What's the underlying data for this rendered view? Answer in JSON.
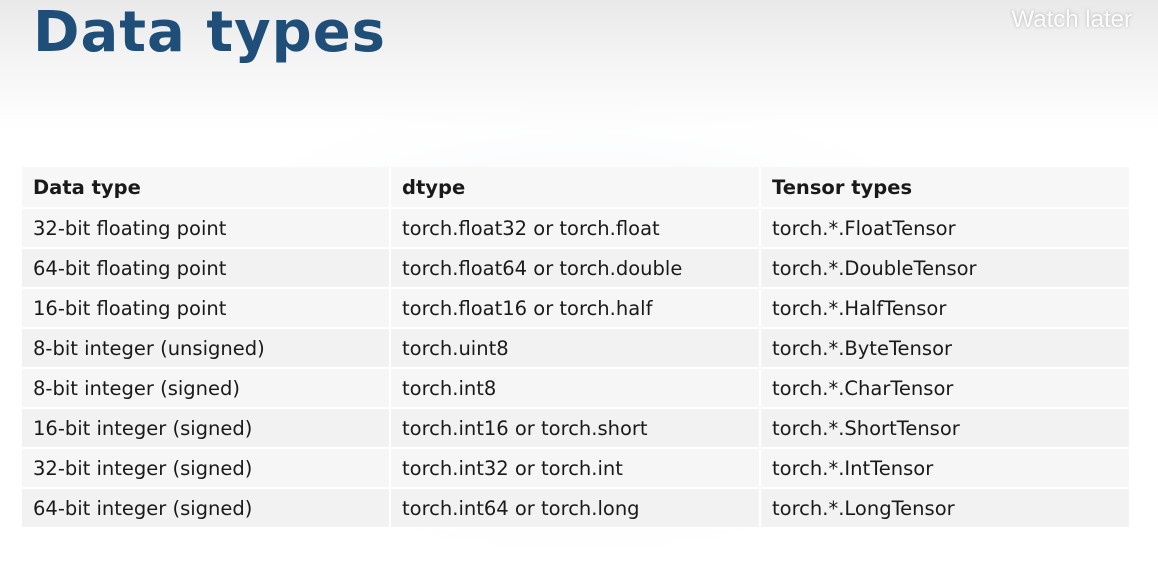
{
  "slide": {
    "title": "Data types",
    "watch_later": "Watch later"
  },
  "table": {
    "headers": [
      "Data type",
      "dtype",
      "Tensor types"
    ],
    "rows": [
      [
        "32-bit floating point",
        "torch.float32 or torch.float",
        "torch.*.FloatTensor"
      ],
      [
        "64-bit floating point",
        "torch.float64 or torch.double",
        "torch.*.DoubleTensor"
      ],
      [
        "16-bit floating point",
        "torch.float16 or torch.half",
        "torch.*.HalfTensor"
      ],
      [
        "8-bit integer (unsigned)",
        "torch.uint8",
        "torch.*.ByteTensor"
      ],
      [
        "8-bit integer (signed)",
        "torch.int8",
        "torch.*.CharTensor"
      ],
      [
        "16-bit integer (signed)",
        "torch.int16 or torch.short",
        "torch.*.ShortTensor"
      ],
      [
        "32-bit integer (signed)",
        "torch.int32 or torch.int",
        "torch.*.IntTensor"
      ],
      [
        "64-bit integer (signed)",
        "torch.int64 or torch.long",
        "torch.*.LongTensor"
      ]
    ]
  },
  "colors": {
    "title": "#1f4e79",
    "table_cell": "#f5f5f5",
    "overlay_text": "#ffffff"
  }
}
